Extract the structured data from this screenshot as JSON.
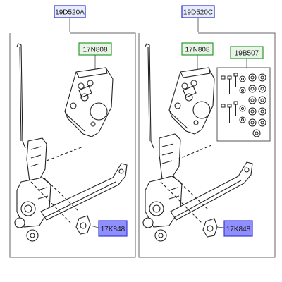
{
  "diagram": {
    "panels": [
      {
        "part_number": "19D520A",
        "callouts": [
          {
            "part_number": "17N808",
            "kind": "green"
          },
          {
            "part_number": "17K848",
            "kind": "blue"
          }
        ]
      },
      {
        "part_number": "19D520C",
        "callouts": [
          {
            "part_number": "17N808",
            "kind": "green"
          },
          {
            "part_number": "19B507",
            "kind": "green"
          },
          {
            "part_number": "17K848",
            "kind": "blue"
          }
        ]
      }
    ]
  },
  "colors": {
    "title_border": "#2b2bcc",
    "title_fill": "#e8ecff",
    "green_border": "#2f9a2f",
    "green_fill": "#e8f5e6",
    "blue_border": "#3b3bd8",
    "blue_fill": "#8f8fff",
    "drawing": "#222222",
    "panel_border": "#555555"
  }
}
